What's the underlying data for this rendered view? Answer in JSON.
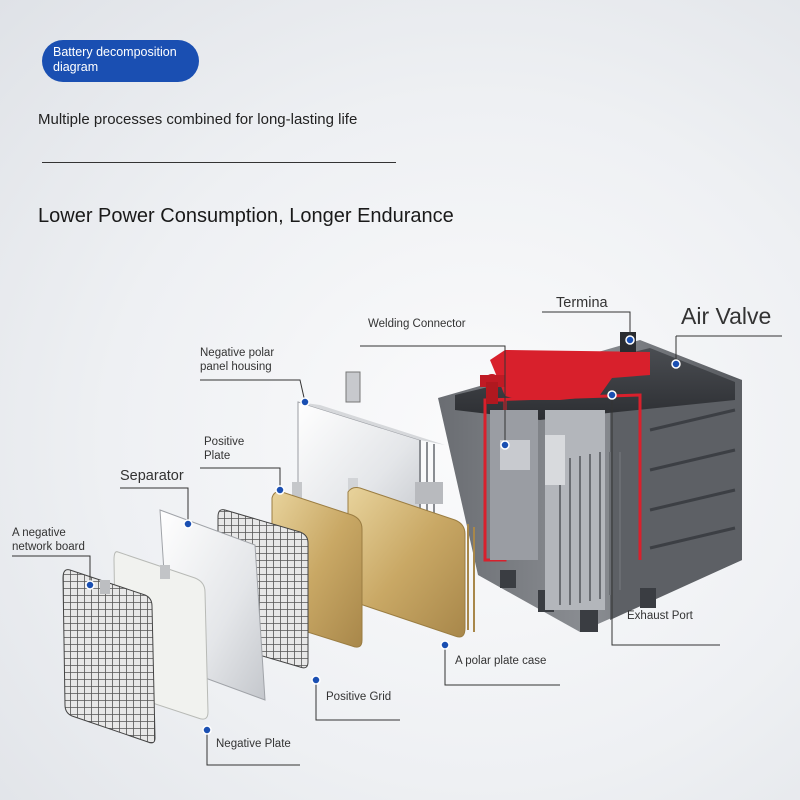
{
  "header": {
    "badge": "Battery decomposition diagram",
    "subtitle": "Multiple processes combined for long-lasting life",
    "headline": "Lower Power Consumption, Longer Endurance"
  },
  "labels": {
    "terminal": "Termina",
    "air_valve": "Air Valve",
    "welding_connector": "Welding Connector",
    "negative_polar_housing": [
      "Negative polar",
      "panel housing"
    ],
    "positive_plate": [
      "Positive",
      "Plate"
    ],
    "separator": "Separator",
    "negative_network_board": [
      "A negative",
      "network board"
    ],
    "exhaust_port": "Exhaust Port",
    "polar_plate_case": "A polar plate case",
    "positive_grid": "Positive Grid",
    "negative_plate": "Negative Plate"
  },
  "colors": {
    "badge": "#1a4fb2",
    "callout_dot": "#1a4fb2",
    "housing_red": "#d8202c",
    "gold_plate": "#c9a865"
  }
}
